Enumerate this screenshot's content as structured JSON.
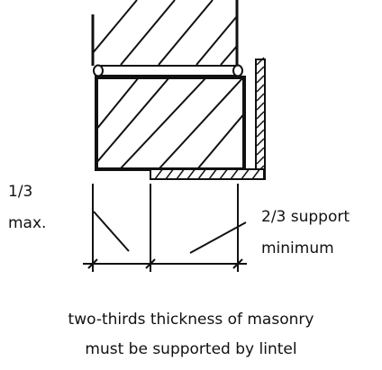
{
  "labels": {
    "left_top": "1/3",
    "left_bottom": "max.",
    "right_top": "2/3 support",
    "right_bottom": "minimum"
  },
  "caption": {
    "line1": "two-thirds thickness of masonry",
    "line2": "must be supported by lintel"
  },
  "colors": {
    "ink": "#111111",
    "background": "#ffffff"
  }
}
